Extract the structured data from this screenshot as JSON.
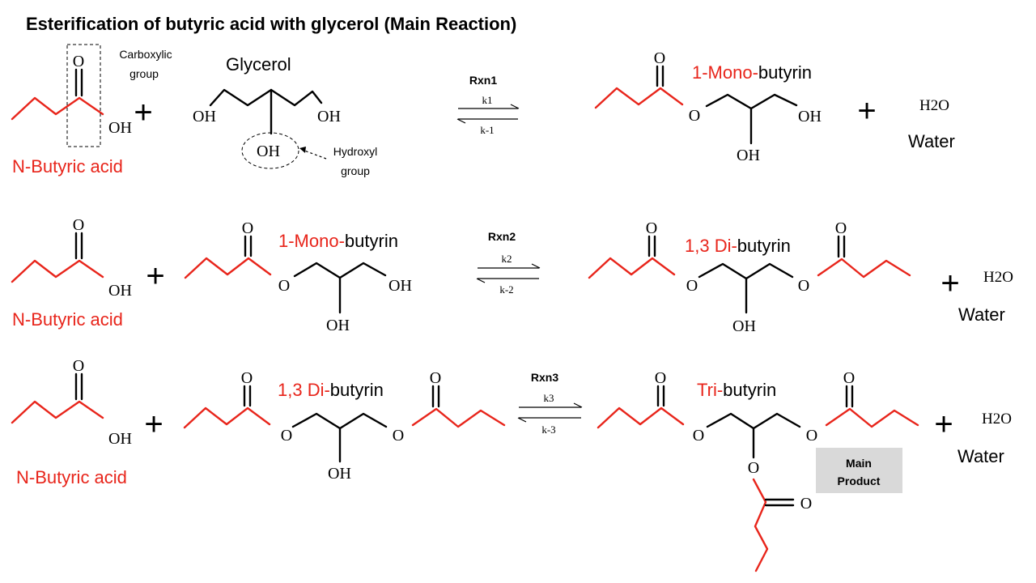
{
  "title": "Esterification of butyric acid with glycerol (Main Reaction)",
  "annotations": {
    "carboxylic": [
      "Carboxylic",
      "group"
    ],
    "hydroxyl": [
      "Hydroxyl",
      "group"
    ],
    "main_product": [
      "Main",
      "Product"
    ]
  },
  "atoms": {
    "O": "O",
    "OH": "OH",
    "water": "H2O"
  },
  "plus": "+",
  "reactions": [
    {
      "label": "Rxn1",
      "k_fwd": "k1",
      "k_rev": "k-1",
      "acid": "N-Butyric acid",
      "reactant": {
        "plain": "Glycerol"
      },
      "product": {
        "prefix": "1-Mono-",
        "suffix": "butyrin"
      },
      "water": "Water"
    },
    {
      "label": "Rxn2",
      "k_fwd": "k2",
      "k_rev": "k-2",
      "acid": "N-Butyric acid",
      "reactant": {
        "prefix": "1-Mono-",
        "suffix": "butyrin"
      },
      "product": {
        "prefix": "1,3 Di-",
        "suffix": "butyrin"
      },
      "water": "Water"
    },
    {
      "label": "Rxn3",
      "k_fwd": "k3",
      "k_rev": "k-3",
      "acid": "N-Butyric acid",
      "reactant": {
        "prefix": "1,3 Di-",
        "suffix": "butyrin"
      },
      "product": {
        "prefix": "Tri-",
        "suffix": "butyrin"
      },
      "water": "Water"
    }
  ],
  "colors": {
    "accent": "#e8251b",
    "text": "#000000",
    "badge": "#d9d9d9"
  }
}
